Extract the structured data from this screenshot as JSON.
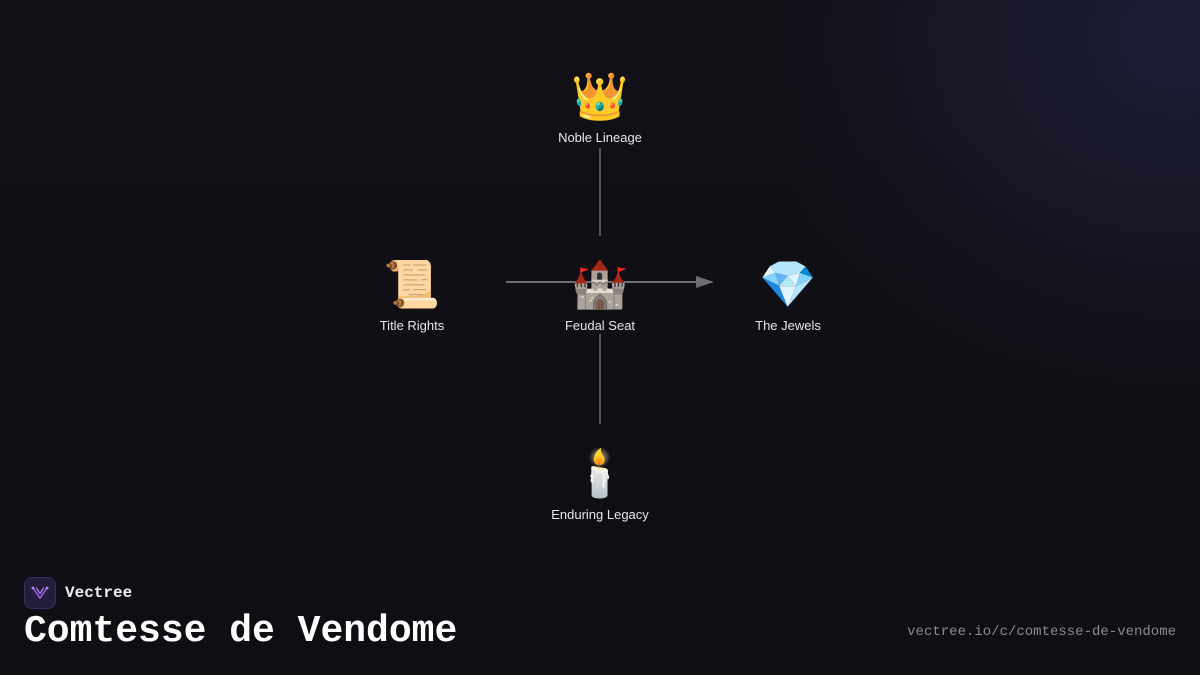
{
  "diagram": {
    "nodes": [
      {
        "id": "noble-lineage",
        "emoji": "👑",
        "label": "Noble Lineage"
      },
      {
        "id": "title-rights",
        "emoji": "📜",
        "label": "Title Rights"
      },
      {
        "id": "feudal-seat",
        "emoji": "🏰",
        "label": "Feudal Seat"
      },
      {
        "id": "the-jewels",
        "emoji": "💎",
        "label": "The Jewels"
      },
      {
        "id": "enduring-legacy",
        "emoji": "🕯️",
        "label": "Enduring Legacy"
      }
    ],
    "edges": [
      {
        "from": "noble-lineage",
        "to": "feudal-seat",
        "arrow": false
      },
      {
        "from": "title-rights",
        "to": "the-jewels",
        "arrow": true
      },
      {
        "from": "feudal-seat",
        "to": "enduring-legacy",
        "arrow": false
      }
    ]
  },
  "footer": {
    "brand_name": "Vectree",
    "title": "Comtesse de Vendome",
    "url": "vectree.io/c/comtesse-de-vendome"
  },
  "colors": {
    "background": "#0f0f14",
    "edge": "#6e6e76",
    "logo_bg": "#231d3d",
    "logo_accent": "#9b5de5"
  }
}
